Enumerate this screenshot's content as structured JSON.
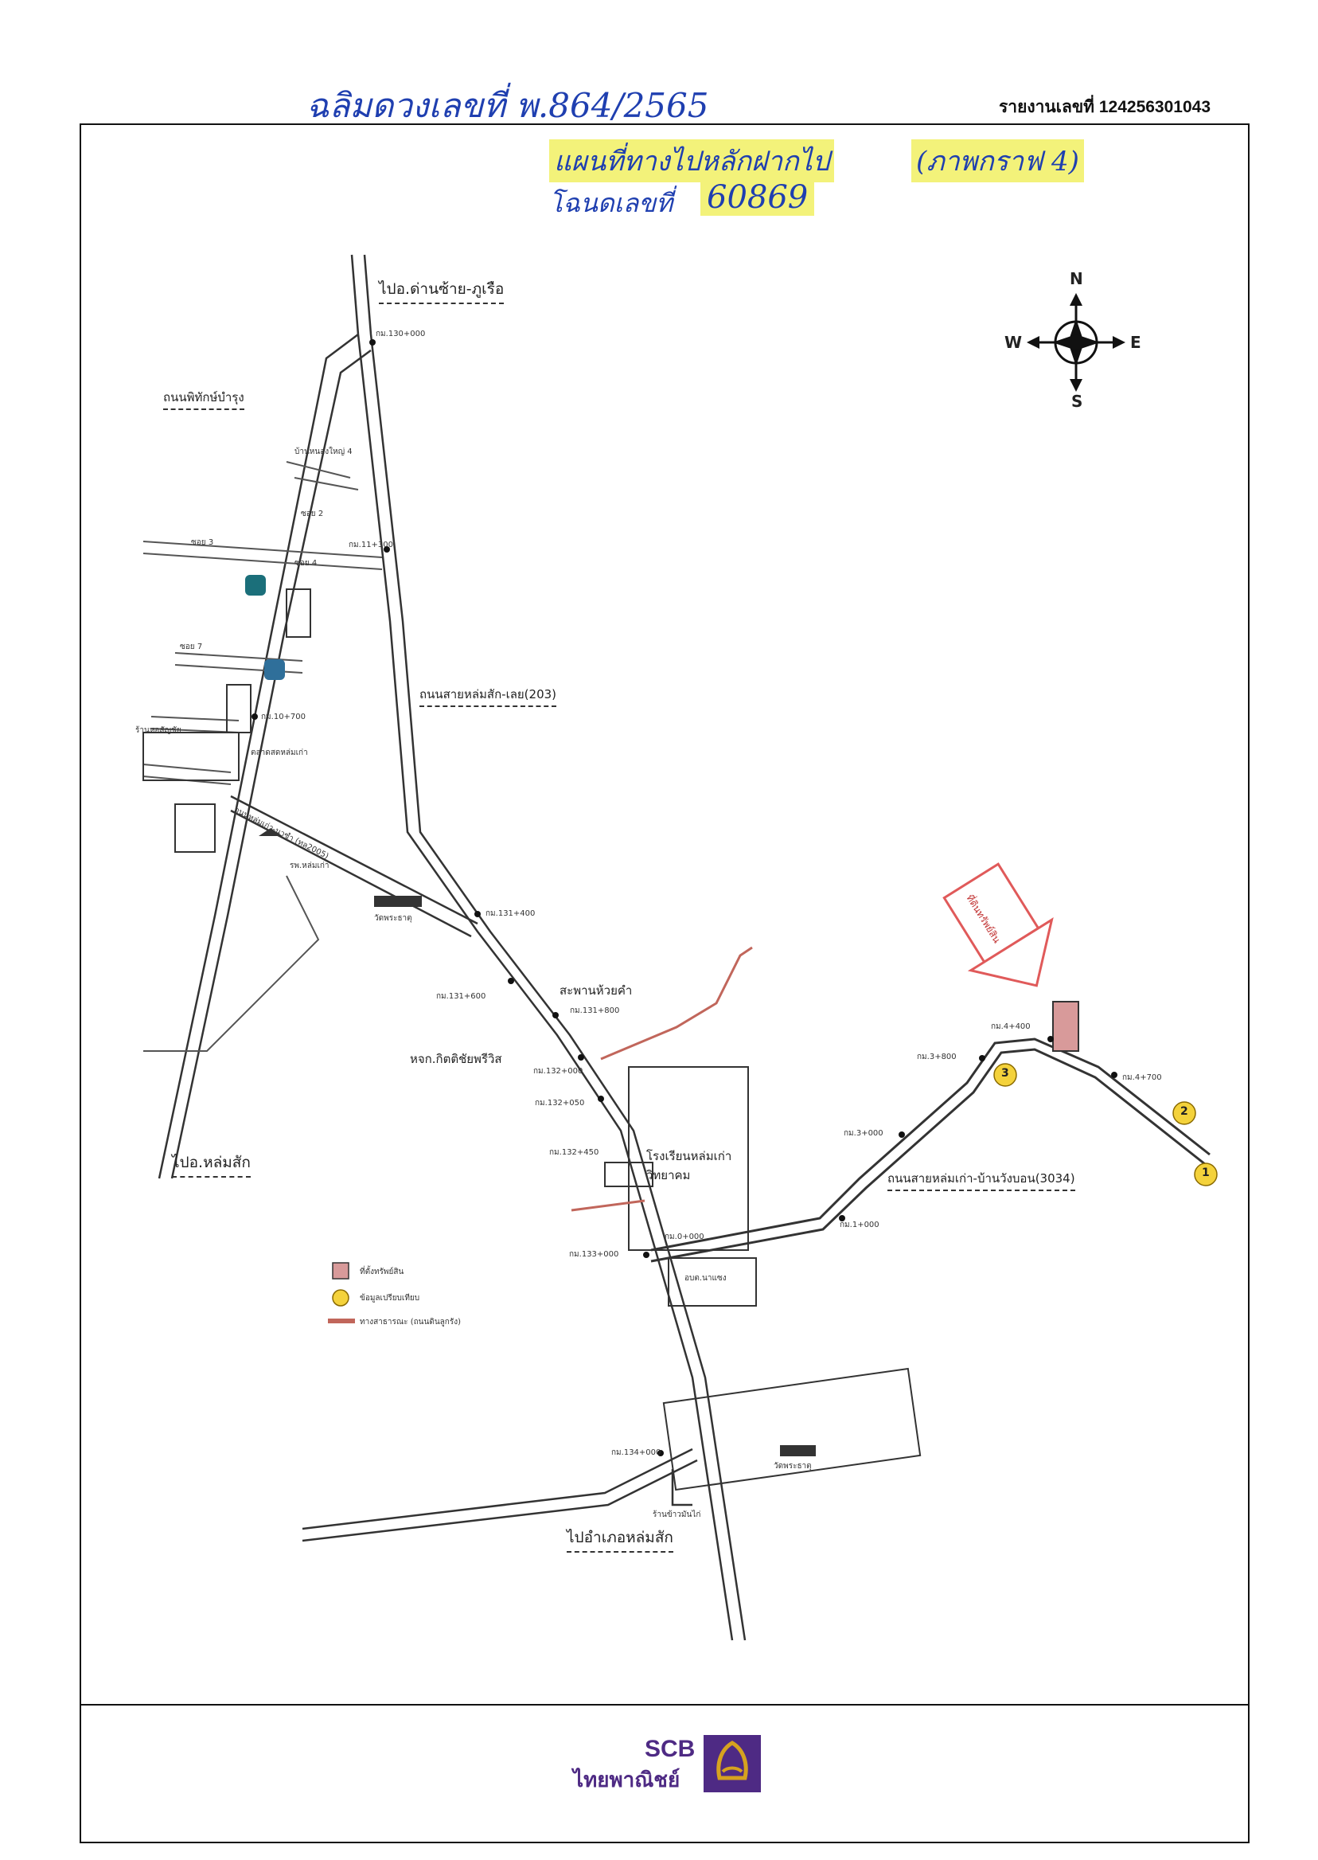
{
  "annotations": {
    "handwritten_line1": "ฉลิมดวงเลขที่ พ.864/2565",
    "handwritten_line2": "แผนที่ทางไปหลักฝากไป",
    "handwritten_line3": "โฉนดเลขที่",
    "handwritten_deed_number": "60869",
    "handwritten_attachment": "(ภาพกราฟ 4)",
    "report_number": "รายงานเลขที่ 124256301043"
  },
  "compass": {
    "n": "N",
    "s": "S",
    "e": "E",
    "w": "W"
  },
  "map": {
    "road_labels": {
      "to_dan_sai": "ไปอ.ด่านซ้าย-ภูเรือ",
      "phithak_road": "ถนนพิทักษ์บำรุง",
      "lom_sak_loei_road": "ถนนสายหล่มสัก-เลย(203)",
      "to_lom_sak": "ไปอ.หล่มสัก",
      "lom_kao_ban_wang_bon": "ถนนสายหล่มเก่า-บ้านวังบอน(3034)",
      "to_lom_sak_district": "ไปอำเภอหล่มสัก",
      "lom_kao_na_ban_road": "ถนนหล่มเก่า-นาซำ (ทล2005)"
    },
    "places": {
      "bridge": "สะพานห้วยคำ",
      "school": "โรงเรียนหล่มเก่าวิทยาคม",
      "shop": "หจก.กิตติชัยพรีวิส",
      "mosque": "วัดพระธาตุ"
    },
    "km_markers": [
      "กม.130+000",
      "กม.11+300",
      "กม.10+700",
      "กม.131+400",
      "กม.131+600",
      "กม.131+800",
      "กม.132+000",
      "กม.132+050",
      "กม.132+450",
      "กม.133+000",
      "กม.134+000",
      "กม.0+000",
      "กม.1+000",
      "กม.3+000",
      "กม.3+800",
      "กม.4+400",
      "กม.4+700"
    ],
    "subject_site_label": "ที่ดินทรัพย์สิน",
    "reference_points": [
      "1",
      "2",
      "3"
    ],
    "small_labels": {
      "soi2": "ซอย 2",
      "soi3": "ซอย 3",
      "soi4": "ซอย 4",
      "soi7": "ซอย 7",
      "ban_nong": "บ้านหนองใหญ่ 4",
      "hotel": "ร้านหอสัญชัย",
      "market": "ตลาดสดหล่มเก่า",
      "hospital": "รพ.หล่มเก่า",
      "temple": "วัดพระธาตุ",
      "temple2": "วัดพระธาตุ",
      "shop2": "ร้านข้าวมันไก่",
      "office": "อบต.นาแซง"
    }
  },
  "legend": {
    "site": "ที่ตั้งทรัพย์สิน",
    "reference": "ข้อมูลเปรียบเทียบ",
    "public_way": "ทางสาธารณะ (ถนนดินลูกรัง)"
  },
  "footer": {
    "brand_top": "SCB",
    "brand_bottom": "ไทยพาณิชย์"
  },
  "colors": {
    "handwriting": "#1f3fb0",
    "highlight": "#f3f27a",
    "arrow": "#e05a5a",
    "ref_point": "#f4d23b",
    "scb_purple": "#4e2a84",
    "scb_gold": "#d6a21f",
    "public_way": "#c1665b"
  }
}
